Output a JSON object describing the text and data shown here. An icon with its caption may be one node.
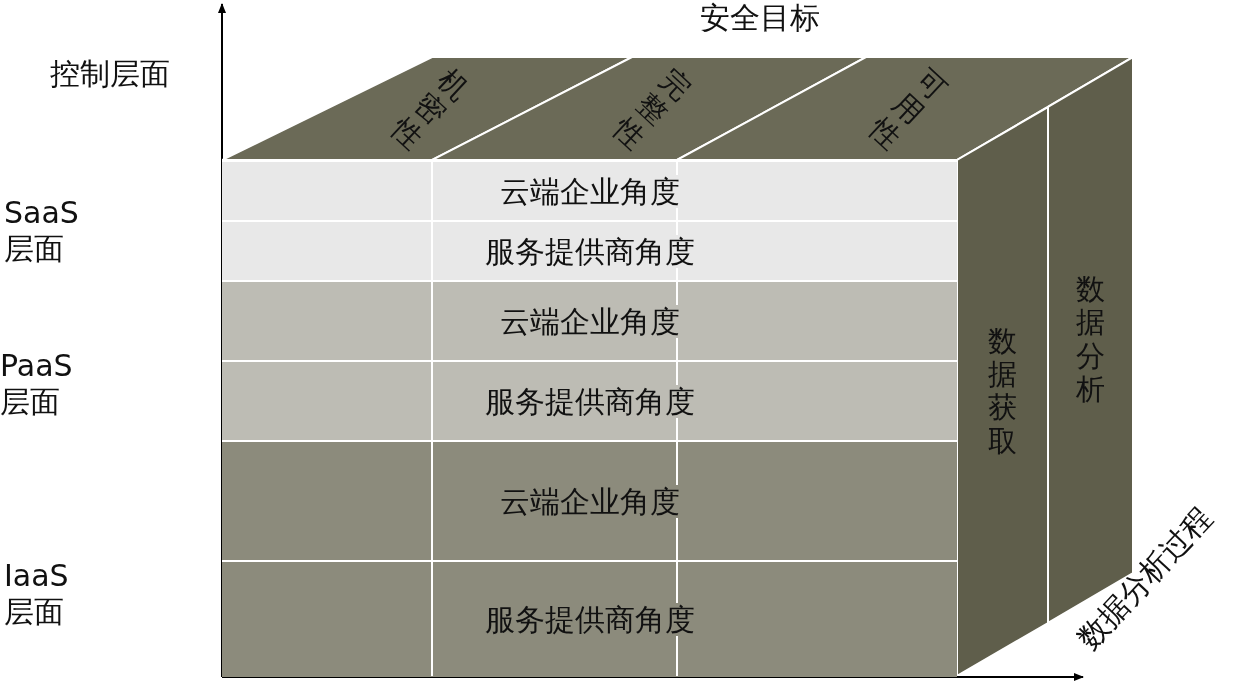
{
  "diagram": {
    "nodes": [
      {
        "text": [
          "机密性"
        ]
      },
      {
        "text": [
          "完整性"
        ]
      },
      {
        "text": [
          "可用性"
        ]
      },
      {
        "text": [
          "云端企业角度"
        ]
      },
      {
        "text": [
          "服务提供商角度"
        ]
      },
      {
        "text": [
          "云端企业角度"
        ]
      },
      {
        "text": [
          "服务提供商角度"
        ]
      },
      {
        "text": [
          "云端企业角度"
        ]
      },
      {
        "text": [
          "服务提供商角度"
        ]
      },
      {
        "text": [
          "数据获取"
        ]
      },
      {
        "text": [
          "数据分析"
        ]
      }
    ],
    "labels": [
      "安全目标",
      "控制层面",
      "SaaS 层面",
      "PaaS 层面",
      "IaaS 层面",
      "数据分析过程"
    ]
  }
}
